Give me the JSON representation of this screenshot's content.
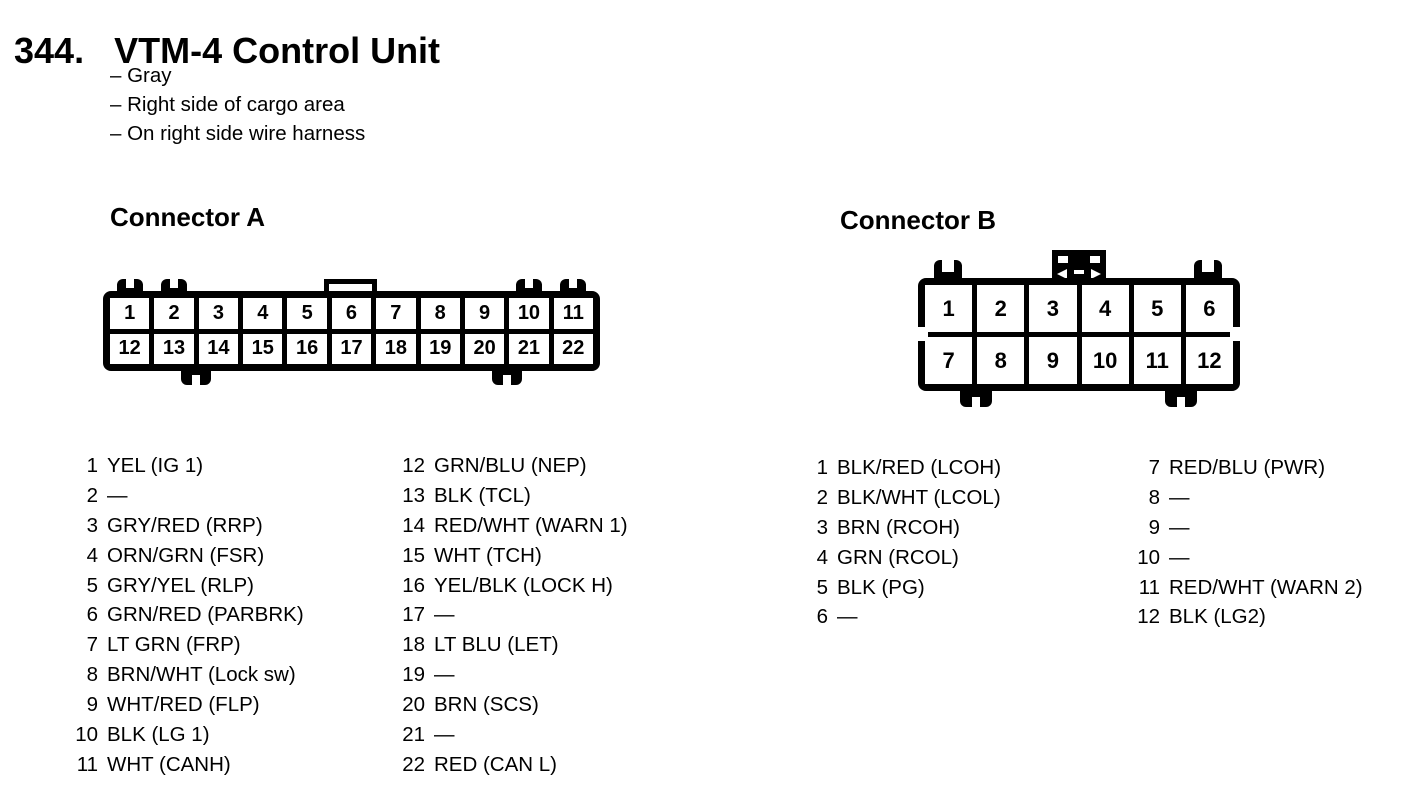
{
  "page": {
    "number": "344.",
    "title": "VTM-4 Control Unit",
    "notes": [
      "– Gray",
      "– Right side of cargo area",
      "– On right side wire harness"
    ],
    "colors": {
      "ink": "#000000",
      "paper": "#ffffff"
    }
  },
  "connector_a": {
    "heading": "Connector A",
    "pins_top": [
      "1",
      "2",
      "3",
      "4",
      "5",
      "6",
      "7",
      "8",
      "9",
      "10",
      "11"
    ],
    "pins_bottom": [
      "12",
      "13",
      "14",
      "15",
      "16",
      "17",
      "18",
      "19",
      "20",
      "21",
      "22"
    ],
    "pin_list_left": [
      {
        "pin": "1",
        "label": "YEL (IG 1)"
      },
      {
        "pin": "2",
        "label": "—"
      },
      {
        "pin": "3",
        "label": "GRY/RED (RRP)"
      },
      {
        "pin": "4",
        "label": "ORN/GRN (FSR)"
      },
      {
        "pin": "5",
        "label": "GRY/YEL (RLP)"
      },
      {
        "pin": "6",
        "label": "GRN/RED (PARBRK)"
      },
      {
        "pin": "7",
        "label": "LT GRN (FRP)"
      },
      {
        "pin": "8",
        "label": "BRN/WHT (Lock sw)"
      },
      {
        "pin": "9",
        "label": "WHT/RED (FLP)"
      },
      {
        "pin": "10",
        "label": "BLK (LG 1)"
      },
      {
        "pin": "11",
        "label": "WHT (CANH)"
      }
    ],
    "pin_list_right": [
      {
        "pin": "12",
        "label": "GRN/BLU (NEP)"
      },
      {
        "pin": "13",
        "label": "BLK (TCL)"
      },
      {
        "pin": "14",
        "label": "RED/WHT (WARN 1)"
      },
      {
        "pin": "15",
        "label": "WHT (TCH)"
      },
      {
        "pin": "16",
        "label": "YEL/BLK (LOCK H)"
      },
      {
        "pin": "17",
        "label": "—"
      },
      {
        "pin": "18",
        "label": "LT BLU (LET)"
      },
      {
        "pin": "19",
        "label": "—"
      },
      {
        "pin": "20",
        "label": "BRN (SCS)"
      },
      {
        "pin": "21",
        "label": "—"
      },
      {
        "pin": "22",
        "label": "RED (CAN L)"
      }
    ]
  },
  "connector_b": {
    "heading": "Connector B",
    "pins_top": [
      "1",
      "2",
      "3",
      "4",
      "5",
      "6"
    ],
    "pins_bottom": [
      "7",
      "8",
      "9",
      "10",
      "11",
      "12"
    ],
    "pin_list_left": [
      {
        "pin": "1",
        "label": "BLK/RED (LCOH)"
      },
      {
        "pin": "2",
        "label": "BLK/WHT (LCOL)"
      },
      {
        "pin": "3",
        "label": "BRN (RCOH)"
      },
      {
        "pin": "4",
        "label": "GRN (RCOL)"
      },
      {
        "pin": "5",
        "label": "BLK (PG)"
      },
      {
        "pin": "6",
        "label": "—"
      }
    ],
    "pin_list_right": [
      {
        "pin": "7",
        "label": "RED/BLU (PWR)"
      },
      {
        "pin": "8",
        "label": "—"
      },
      {
        "pin": "9",
        "label": "—"
      },
      {
        "pin": "10",
        "label": "—"
      },
      {
        "pin": "11",
        "label": "RED/WHT (WARN 2)"
      },
      {
        "pin": "12",
        "label": "BLK (LG2)"
      }
    ]
  }
}
